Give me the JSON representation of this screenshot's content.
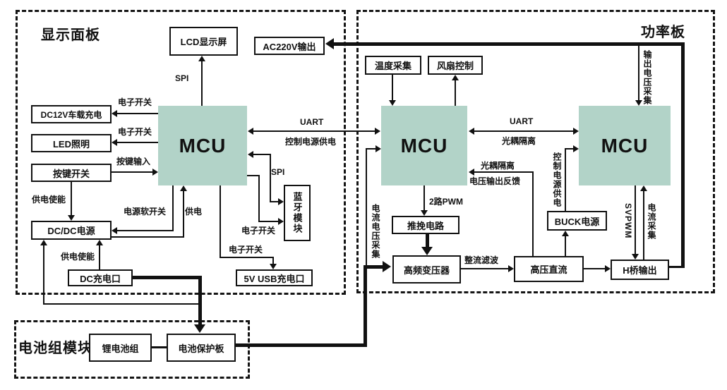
{
  "colors": {
    "mcu_fill": "#b2d3c8",
    "line": "#111111",
    "background": "#ffffff"
  },
  "panels": {
    "display_panel": "显示面板",
    "power_board": "功率板",
    "battery_module": "电池组模块"
  },
  "blocks": {
    "lcd": "LCD显示屏",
    "ac220v_output": "AC220V输出",
    "dc12v_car_charger": "DC12V车载充电",
    "led_lighting": "LED照明",
    "key_switch": "按键开关",
    "mcu": "MCU",
    "dcdc_power": "DC/DC电源",
    "dc_charge_port": "DC充电口",
    "bluetooth_module": "蓝牙模块",
    "usb_5v_port": "5V USB充电口",
    "temperature_sampling": "温度采集",
    "fan_control": "风扇控制",
    "push_pull_circuit": "推挽电路",
    "hf_transformer": "高频变压器",
    "hv_dc": "高压直流",
    "buck_power": "BUCK电源",
    "h_bridge_output": "H桥输出",
    "li_battery_pack": "锂电池组",
    "battery_protection_board": "电池保护板"
  },
  "edge_labels": {
    "spi": "SPI",
    "uart": "UART",
    "electronic_switch": "电子开关",
    "key_input": "按键输入",
    "control_power_supply": "控制电源供电",
    "power_soft_switch": "电源软开关",
    "power_supply": "供电",
    "supply_enable": "供电使能",
    "opto_isolation": "光耦隔离",
    "voltage_output_feedback": "电压输出反馈",
    "pwm_2ch": "2路PWM",
    "rectify_filter": "整流滤波",
    "current_voltage_sampling": "电流电压采集",
    "svpwm": "SVPWM",
    "current_sampling": "电流采集",
    "output_voltage_sampling": "输出电压采集"
  }
}
